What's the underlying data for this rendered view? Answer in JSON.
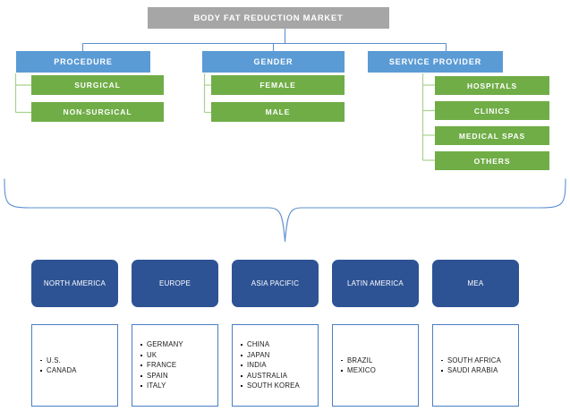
{
  "diagram": {
    "title": "BODY FAT REDUCTION MARKET",
    "title_color": "#a6a6a6",
    "category_color": "#5b9bd5",
    "segment_color": "#70ad47",
    "region_color": "#2e5395",
    "connector_color": "#5b8fd0",
    "segments": [
      {
        "name": "PROCEDURE",
        "items": [
          {
            "label": "SURGICAL"
          },
          {
            "label": "NON-SURGICAL"
          }
        ]
      },
      {
        "name": "GENDER",
        "items": [
          {
            "label": "FEMALE"
          },
          {
            "label": "MALE"
          }
        ]
      },
      {
        "name": "SERVICE PROVIDER",
        "items": [
          {
            "label": "HOSPITALS"
          },
          {
            "label": "CLINICS"
          },
          {
            "label": "MEDICAL SPAS"
          },
          {
            "label": "OTHERS"
          }
        ]
      }
    ],
    "regions": [
      {
        "name": "NORTH AMERICA",
        "countries": [
          "U.S.",
          "CANADA"
        ]
      },
      {
        "name": "EUROPE",
        "countries": [
          "GERMANY",
          "UK",
          "FRANCE",
          "SPAIN",
          "ITALY"
        ]
      },
      {
        "name": "ASIA PACIFIC",
        "countries": [
          "CHINA",
          "JAPAN",
          "INDIA",
          "AUSTRALIA",
          "SOUTH KOREA"
        ]
      },
      {
        "name": "LATIN AMERICA",
        "countries": [
          "BRAZIL",
          "MEXICO"
        ]
      },
      {
        "name": "MEA",
        "countries": [
          "SOUTH AFRICA",
          "SAUDI ARABIA"
        ]
      }
    ]
  }
}
